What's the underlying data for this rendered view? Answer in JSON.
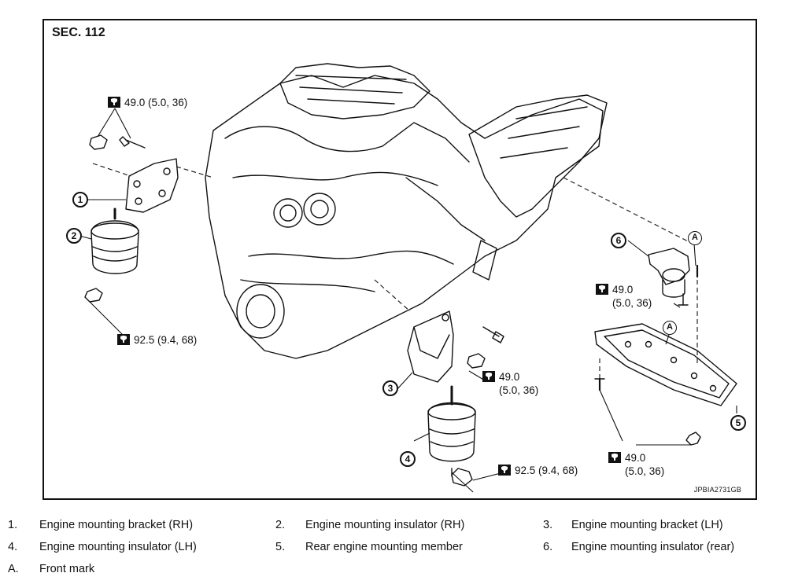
{
  "diagram": {
    "section": "SEC. 112",
    "reference_code": "JPBIA2731GB",
    "torque_labels": {
      "t1": {
        "line1": "49.0 (5.0, 36)",
        "line2": ""
      },
      "t2": {
        "line1": "92.5 (9.4, 68)",
        "line2": ""
      },
      "t3": {
        "line1": "49.0",
        "line2": "(5.0, 36)"
      },
      "t4": {
        "line1": "92.5 (9.4, 68)",
        "line2": ""
      },
      "t5": {
        "line1": "49.0",
        "line2": "(5.0, 36)"
      },
      "t6": {
        "line1": "49.0",
        "line2": "(5.0, 36)"
      }
    },
    "callouts": [
      "1",
      "2",
      "3",
      "4",
      "5",
      "6"
    ],
    "marks": [
      "A",
      "A"
    ]
  },
  "legend": [
    {
      "num": "1.",
      "text": "Engine mounting bracket (RH)"
    },
    {
      "num": "2.",
      "text": "Engine mounting insulator (RH)"
    },
    {
      "num": "3.",
      "text": "Engine mounting bracket (LH)"
    },
    {
      "num": "4.",
      "text": "Engine mounting insulator (LH)"
    },
    {
      "num": "5.",
      "text": "Rear engine mounting member"
    },
    {
      "num": "6.",
      "text": "Engine mounting insulator (rear)"
    },
    {
      "num": "A.",
      "text": "Front mark"
    }
  ]
}
